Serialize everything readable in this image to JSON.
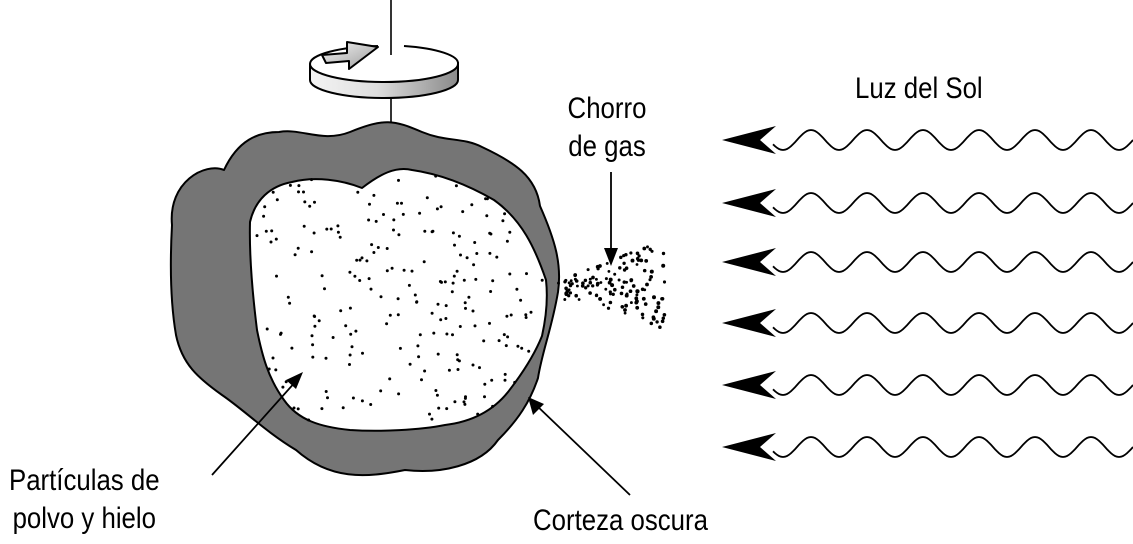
{
  "labels": {
    "sunlight": "Luz del Sol",
    "gas_jet": [
      "Chorro",
      "de gas"
    ],
    "particles": [
      "Partículas de",
      "polvo y hielo"
    ],
    "crust": "Corteza oscura"
  },
  "colors": {
    "crust_fill": "#757575",
    "core_fill": "#ffffff",
    "outline": "#000000",
    "rotation_arrow_light": "#f2f2f2",
    "rotation_arrow_dark": "#8a8a8a"
  },
  "icons": {
    "rotation": "rotation-arrow-icon",
    "sun_rays": "wavy-arrow-icon"
  }
}
